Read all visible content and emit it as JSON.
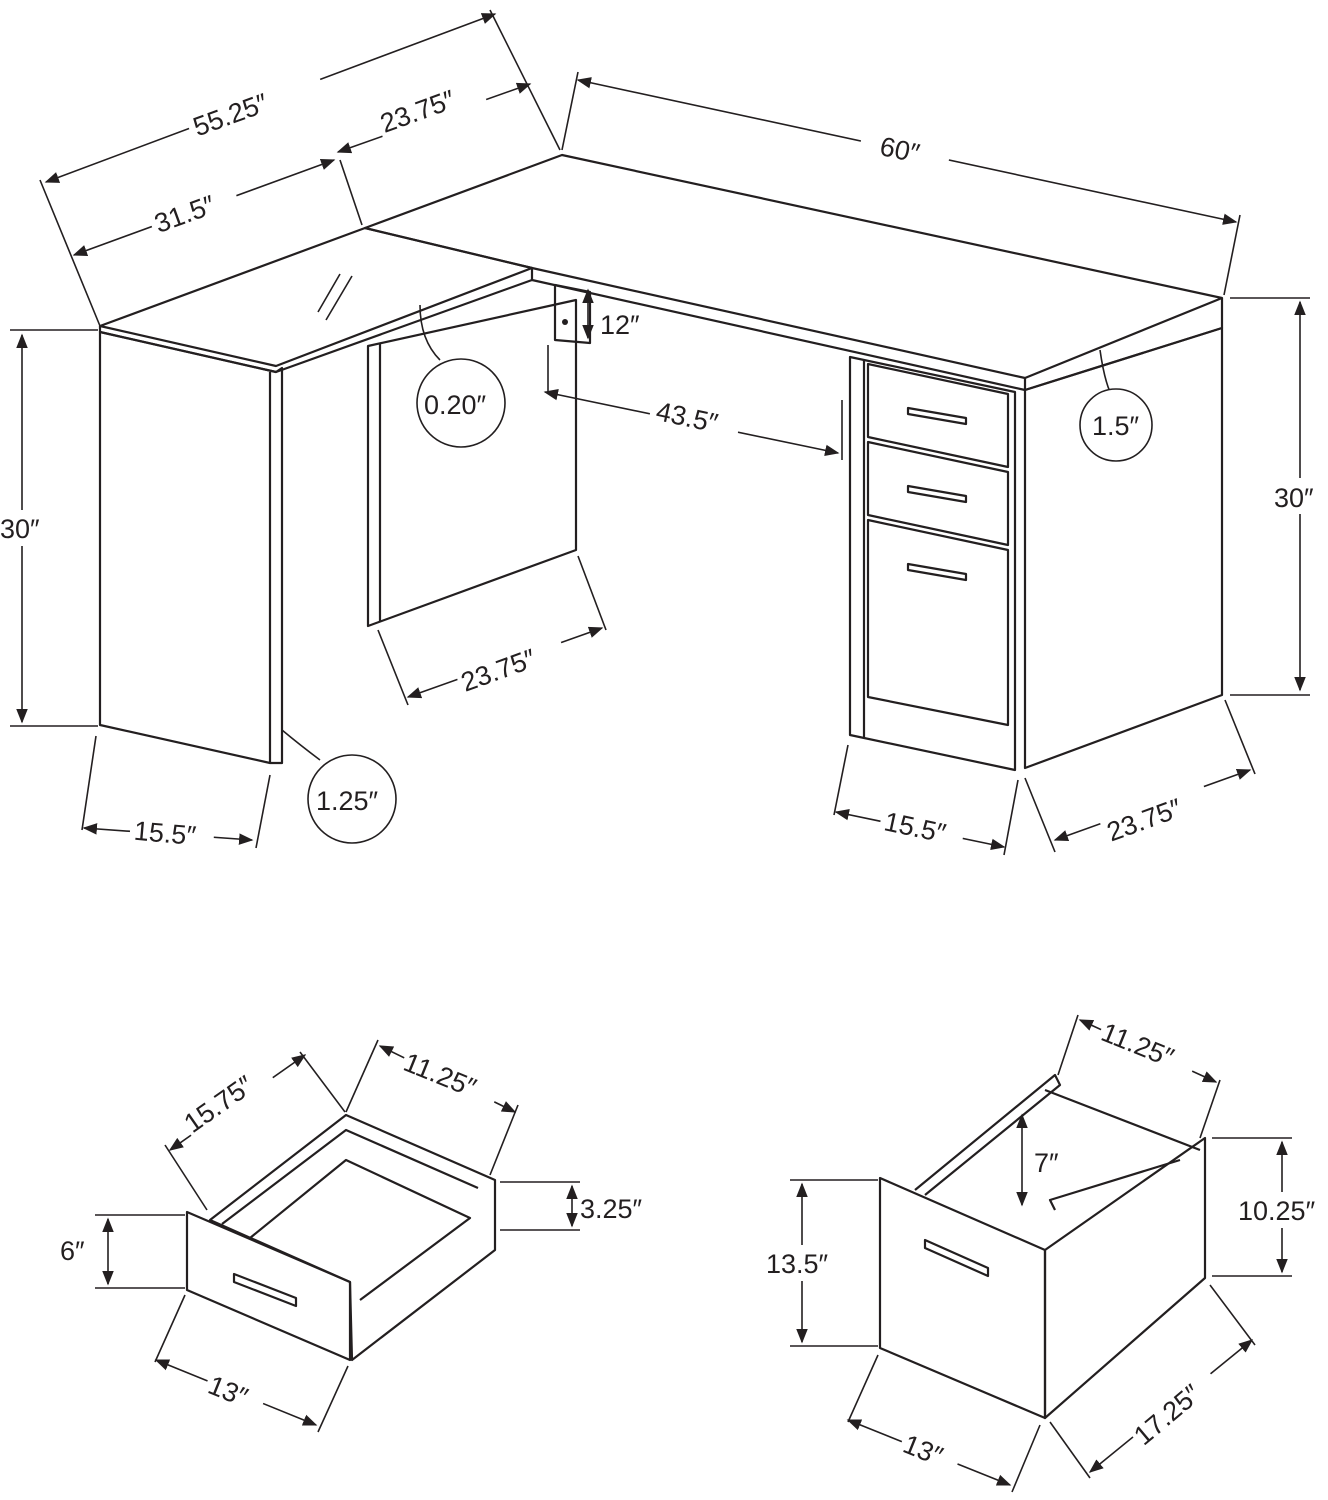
{
  "desk": {
    "overall_left_depth": "55.25″",
    "return_top_width": "23.75″",
    "overall_width": "60″",
    "glass_top_length": "31.5″",
    "modesty_panel_height": "12″",
    "glass_thickness": "0.20″",
    "knee_width": "43.5″",
    "top_thickness": "1.5″",
    "height_left": "30″",
    "height_right": "30″",
    "glass_panel_depth": "23.75″",
    "leg_thickness": "1.25″",
    "left_leg_width": "15.5″",
    "cabinet_width": "15.5″",
    "cabinet_depth": "23.75″"
  },
  "small_drawer": {
    "depth": "15.75″",
    "inner_width": "11.25″",
    "inner_height": "3.25″",
    "front_height": "6″",
    "front_width": "13″"
  },
  "file_drawer": {
    "inner_width": "11.25″",
    "inner_height": "7″",
    "side_height": "10.25″",
    "front_height": "13.5″",
    "front_width": "13″",
    "depth": "17.25″"
  }
}
